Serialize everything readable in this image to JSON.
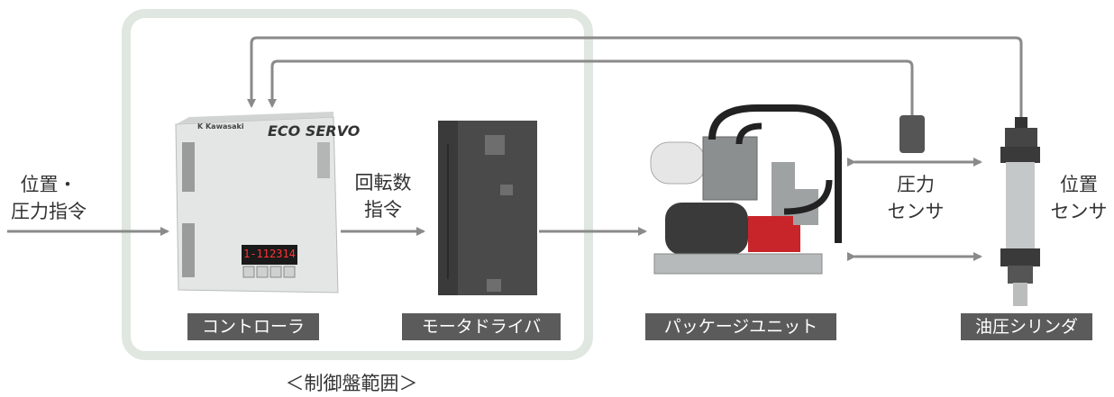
{
  "colors": {
    "line": "#8a8a8a",
    "label_bg": "#5b5b5b",
    "boundary": "#dfe7e0"
  },
  "input_label": [
    "位置・",
    "圧力指令"
  ],
  "rpm_label": [
    "回転数",
    "指令"
  ],
  "pressure_sensor_label": [
    "圧力",
    "センサ"
  ],
  "position_sensor_label": [
    "位置",
    "センサ"
  ],
  "components": {
    "controller": {
      "label": "コントローラ",
      "brand": "K Kawasaki",
      "model_text": "ECO SERVO",
      "display": "1-112314"
    },
    "motor_driver": {
      "label": "モータドライバ"
    },
    "package_unit": {
      "label": "パッケージユニット"
    },
    "cylinder": {
      "label": "油圧シリンダ"
    }
  },
  "scope_caption": "＜制御盤範囲＞"
}
